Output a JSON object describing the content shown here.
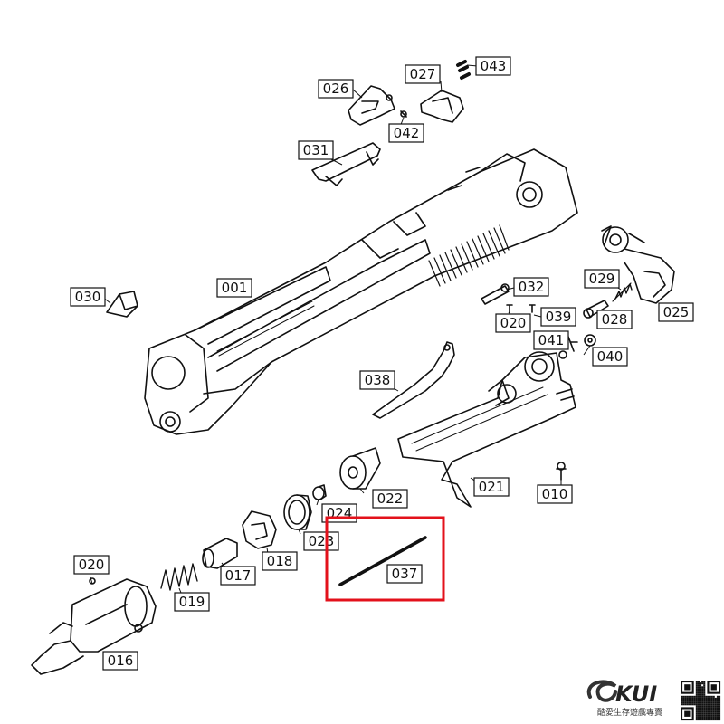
{
  "labels": {
    "p001": "001",
    "p010": "010",
    "p016": "016",
    "p017": "017",
    "p018": "018",
    "p019": "019",
    "p020a": "020",
    "p020b": "020",
    "p021": "021",
    "p022": "022",
    "p023": "023",
    "p024": "024",
    "p025": "025",
    "p026": "026",
    "p027": "027",
    "p028": "028",
    "p029": "029",
    "p030": "030",
    "p031": "031",
    "p032": "032",
    "p037": "037",
    "p038": "038",
    "p039": "039",
    "p040": "040",
    "p041": "041",
    "p042": "042",
    "p043": "043"
  },
  "highlight": {
    "part": "037",
    "color": "#e3111b"
  },
  "brand": {
    "logo": "KUI",
    "tagline": "酷愛生存遊戲專賣"
  }
}
